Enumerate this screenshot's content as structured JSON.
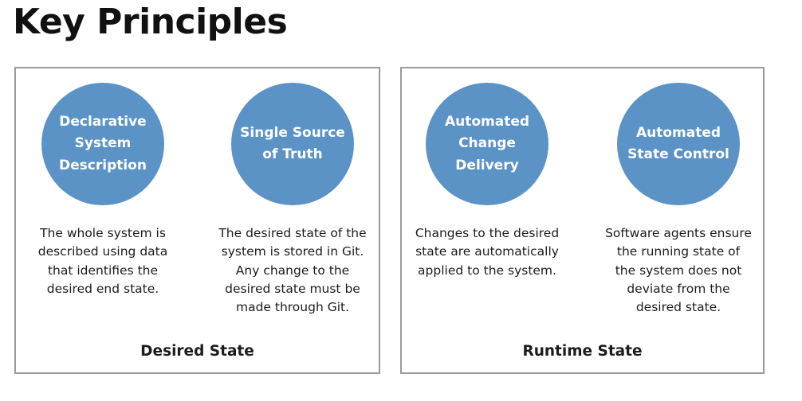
{
  "title": "Key Principles",
  "panels": [
    {
      "footer": "Desired State",
      "items": [
        {
          "circle_lines": [
            "Declarative",
            "System",
            "Description"
          ],
          "description_lines": [
            "The whole system is",
            "described using data",
            "that identifies the",
            "desired end state."
          ]
        },
        {
          "circle_lines": [
            "Single Source",
            "of Truth"
          ],
          "description_lines": [
            "The desired state of the",
            "system is stored in Git.",
            "Any change to the",
            "desired state must be",
            "made through Git."
          ]
        }
      ]
    },
    {
      "footer": "Runtime State",
      "items": [
        {
          "circle_lines": [
            "Automated",
            "Change",
            "Delivery"
          ],
          "description_lines": [
            "Changes to the desired",
            "state are automatically",
            "applied to the system."
          ]
        },
        {
          "circle_lines": [
            "Automated",
            "State Control"
          ],
          "description_lines": [
            "Software agents ensure",
            "the running state of",
            "the system does not",
            "deviate from the",
            "desired state."
          ]
        }
      ]
    }
  ],
  "colors": {
    "circle": "#5b93c7",
    "border": "#9a9a9a"
  }
}
